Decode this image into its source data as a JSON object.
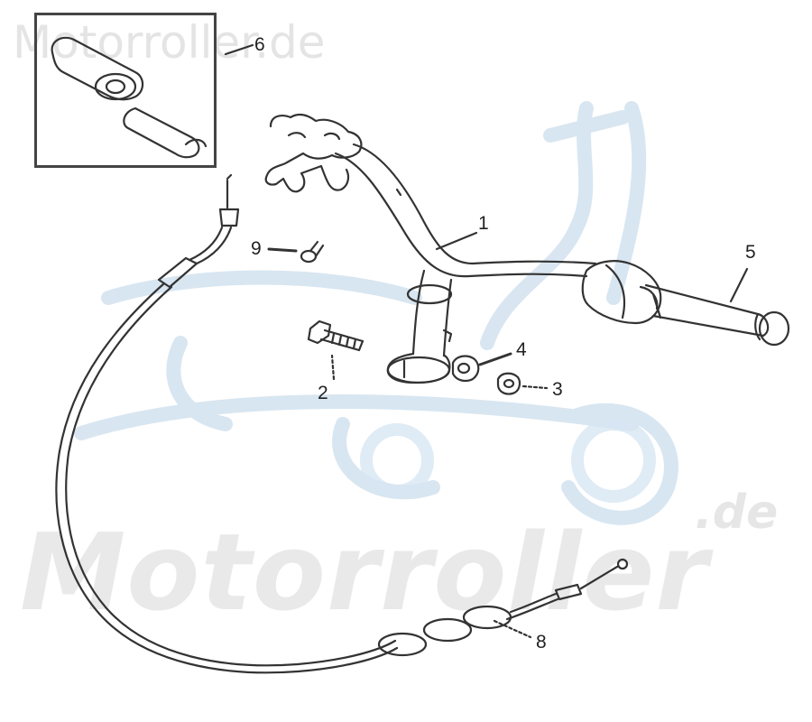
{
  "watermark": {
    "top_text": "Motorroller.de",
    "big_text": "Motorroller",
    "suffix_text": ".de",
    "logo_color": "#c9dcec"
  },
  "callouts": {
    "p1": "1",
    "p2": "2",
    "p3": "3",
    "p4": "4",
    "p5": "5",
    "p6": "6",
    "p8": "8",
    "p9": "9"
  },
  "colors": {
    "line": "#333333",
    "frame": "#444444"
  }
}
